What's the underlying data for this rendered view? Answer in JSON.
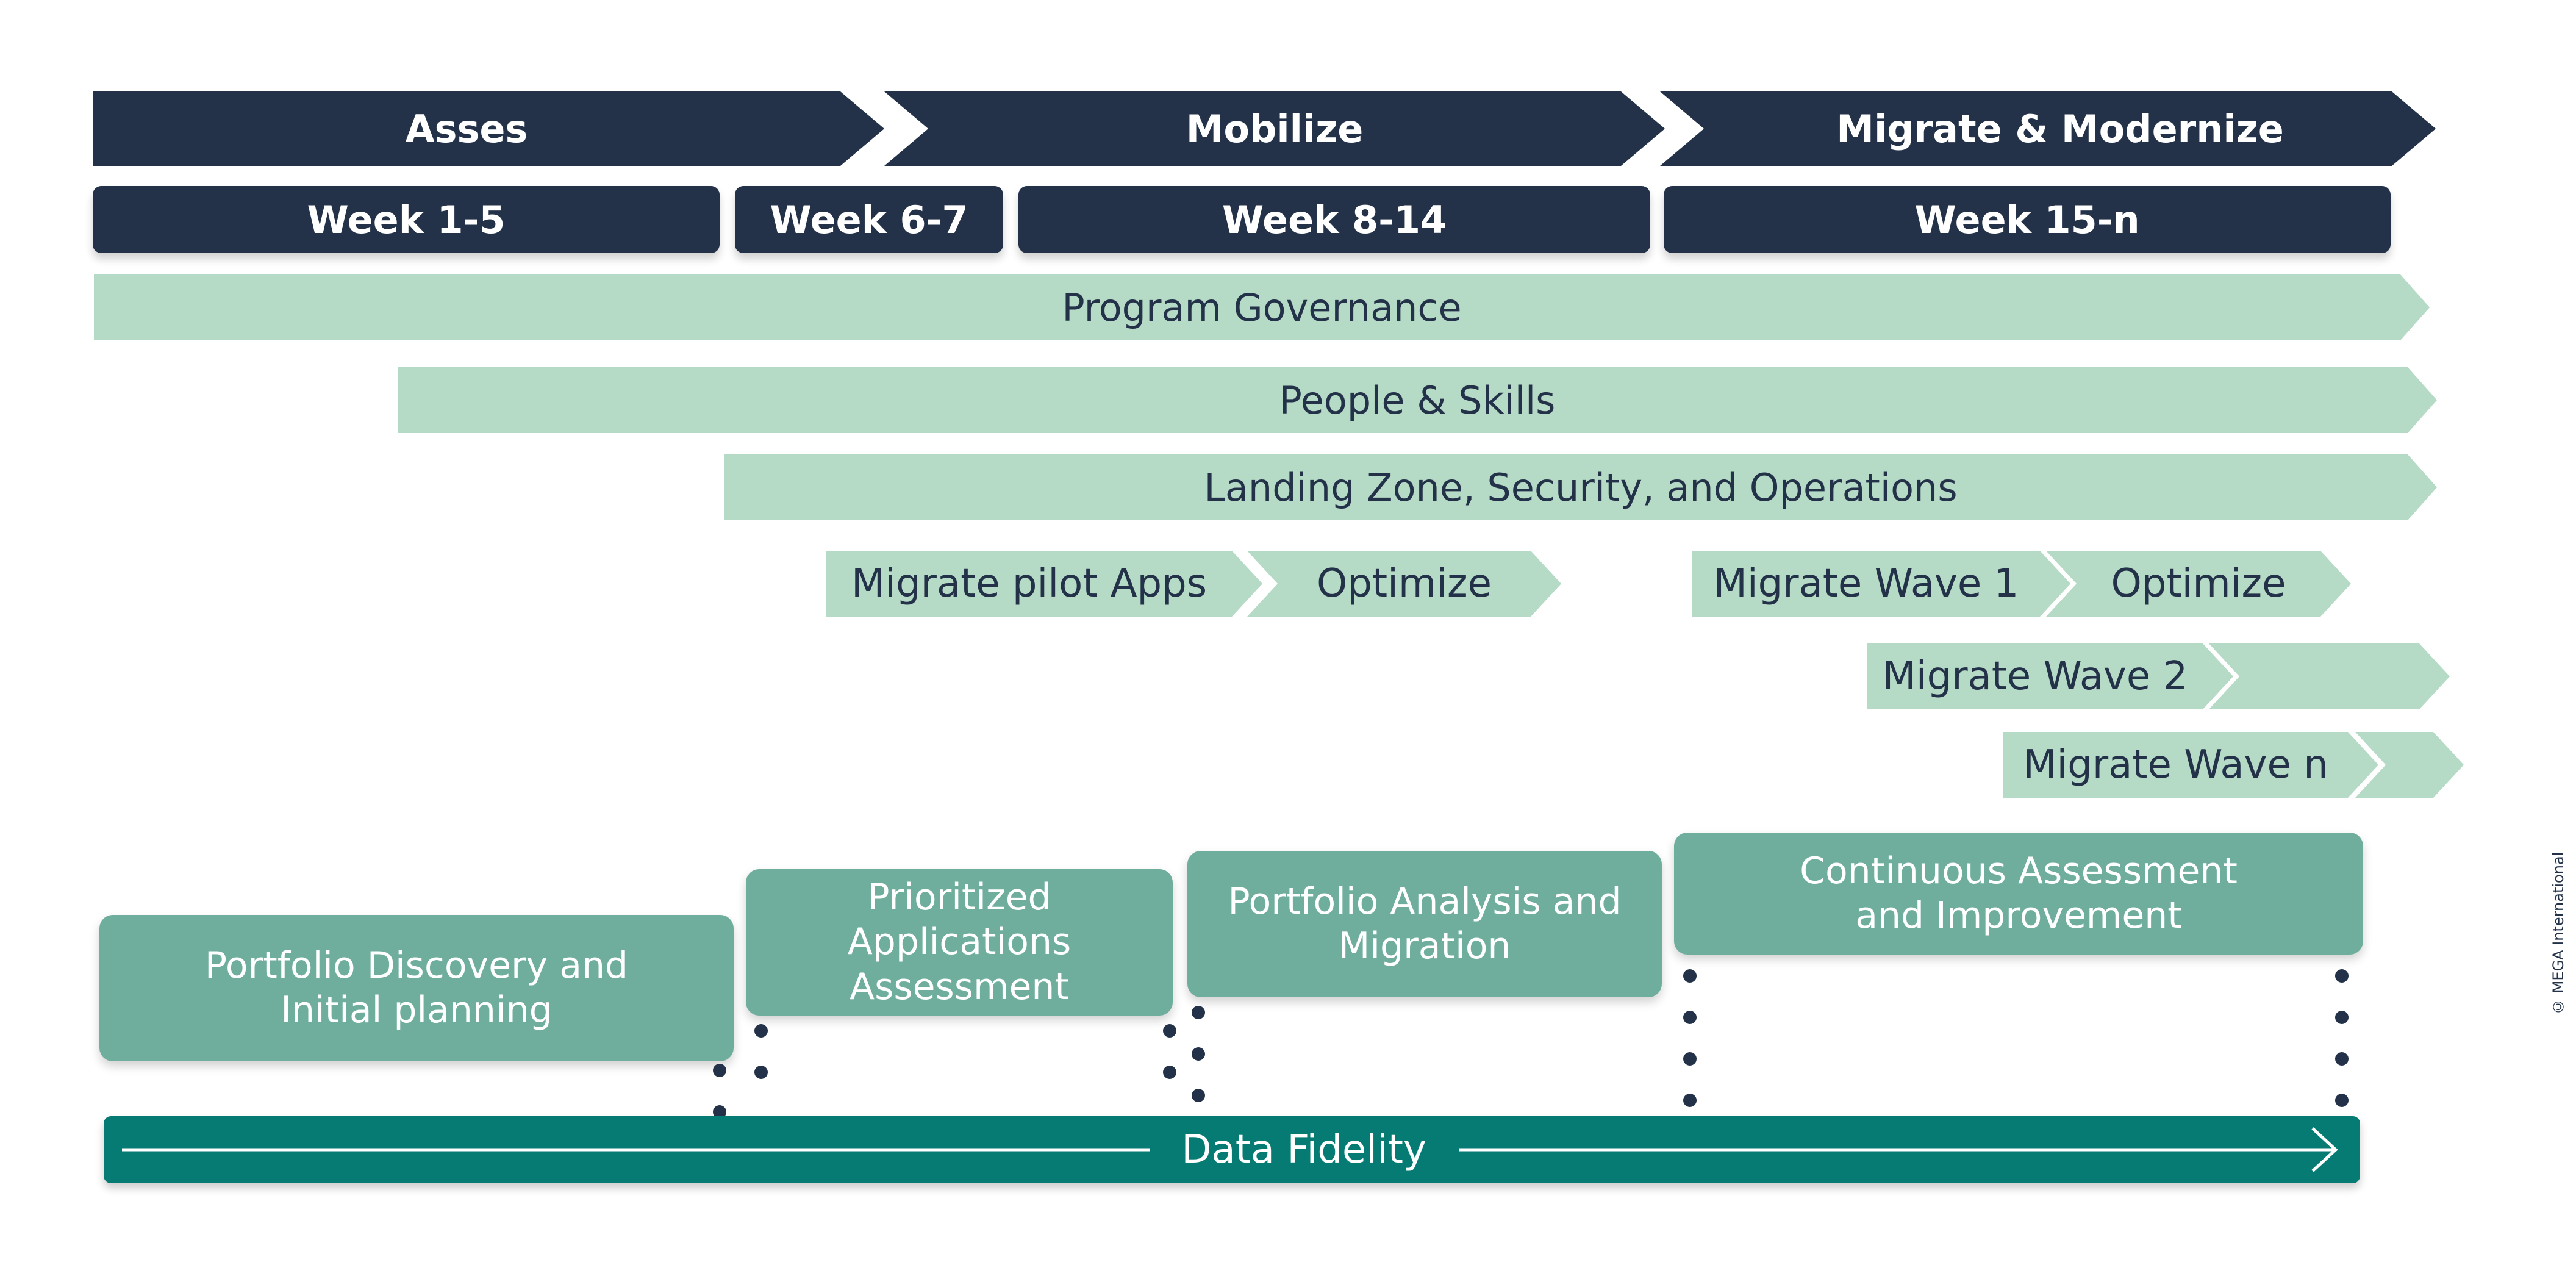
{
  "phases": [
    "Asses",
    "Mobilize",
    "Migrate & Modernize"
  ],
  "weeks": [
    "Week 1-5",
    "Week 6-7",
    "Week 8-14",
    "Week 15-n"
  ],
  "bands": [
    "Program Governance",
    "People & Skills",
    "Landing Zone, Security, and Operations"
  ],
  "tracks": {
    "pilot": "Migrate pilot Apps",
    "pilot_optimize": "Optimize",
    "wave1": "Migrate Wave 1",
    "wave1_optimize": "Optimize",
    "wave2": "Migrate Wave 2",
    "waven": "Migrate Wave n"
  },
  "activities": [
    "Portfolio Discovery and\nInitial planning",
    "Prioritized\nApplications\nAssessment",
    "Portfolio Analysis and\nMigration",
    "Continuous Assessment\nand Improvement"
  ],
  "data_fidelity": "Data Fidelity",
  "credit": "© MEGA International",
  "colors": {
    "navy": "#233249",
    "mint": "#b5dac5",
    "sage": "#6fae9d",
    "teal": "#057b74",
    "white": "#ffffff"
  }
}
